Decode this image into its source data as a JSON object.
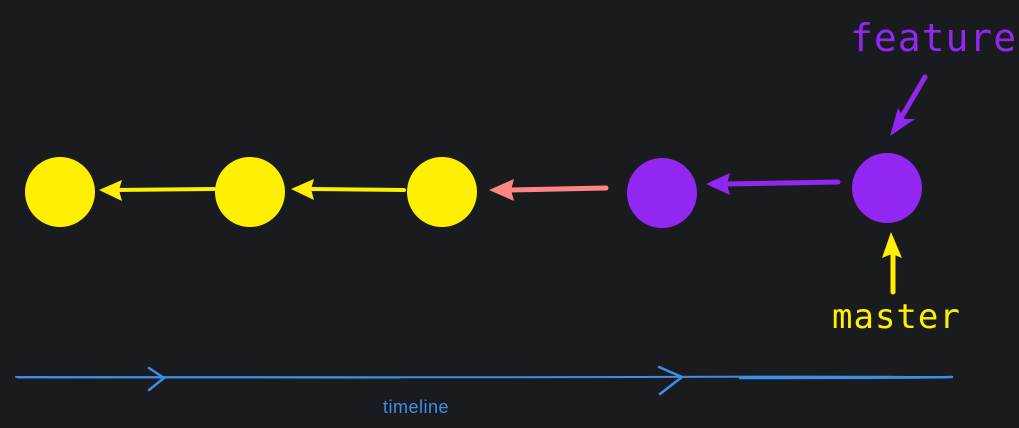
{
  "colors": {
    "background": "#1a1b1e",
    "master": "#ffef00",
    "feature": "#9127f0",
    "merge_arrow": "#ff8585",
    "timeline": "#3d8fe6"
  },
  "commits": [
    {
      "branch": "master"
    },
    {
      "branch": "master"
    },
    {
      "branch": "master"
    },
    {
      "branch": "feature"
    },
    {
      "branch": "feature"
    }
  ],
  "labels": {
    "feature": "feature",
    "master": "master",
    "timeline": "timeline"
  }
}
